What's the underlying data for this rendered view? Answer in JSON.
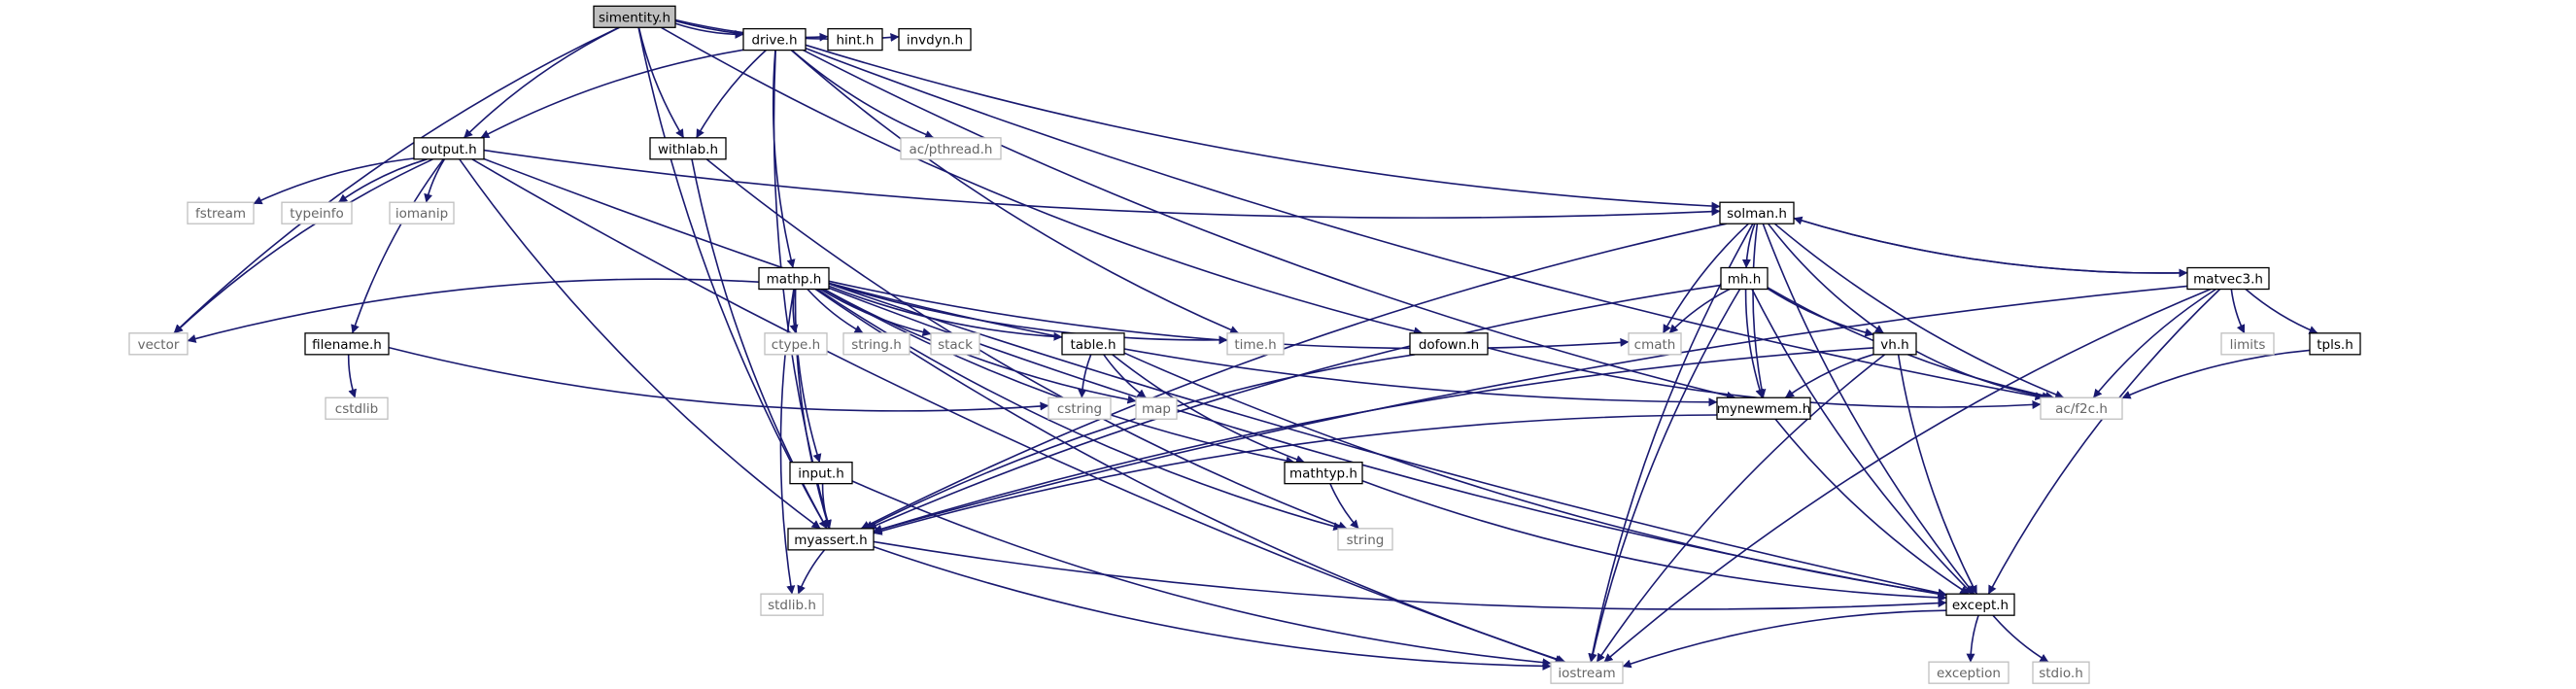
{
  "diagram": {
    "type": "include-dependency-graph",
    "style": {
      "edge_color": "#191970",
      "root_fill": "#bfbfbf",
      "local_stroke": "#000000",
      "system_stroke": "#bfbfbf",
      "local_text": "#000000",
      "system_text": "#666666"
    },
    "nodes": [
      {
        "id": "simentity_h",
        "label": "simentity.h",
        "kind": "root"
      },
      {
        "id": "drive_h",
        "label": "drive.h",
        "kind": "local"
      },
      {
        "id": "hint_h",
        "label": "hint.h",
        "kind": "local"
      },
      {
        "id": "invdyn_h",
        "label": "invdyn.h",
        "kind": "local"
      },
      {
        "id": "output_h",
        "label": "output.h",
        "kind": "local"
      },
      {
        "id": "withlab_h",
        "label": "withlab.h",
        "kind": "local"
      },
      {
        "id": "ac_pthread_h",
        "label": "ac/pthread.h",
        "kind": "system"
      },
      {
        "id": "fstream",
        "label": "fstream",
        "kind": "system"
      },
      {
        "id": "typeinfo",
        "label": "typeinfo",
        "kind": "system"
      },
      {
        "id": "iomanip",
        "label": "iomanip",
        "kind": "system"
      },
      {
        "id": "solman_h",
        "label": "solman.h",
        "kind": "local"
      },
      {
        "id": "mathp_h",
        "label": "mathp.h",
        "kind": "local"
      },
      {
        "id": "mh_h",
        "label": "mh.h",
        "kind": "local"
      },
      {
        "id": "matvec3_h",
        "label": "matvec3.h",
        "kind": "local"
      },
      {
        "id": "vector",
        "label": "vector",
        "kind": "system"
      },
      {
        "id": "filename_h",
        "label": "filename.h",
        "kind": "local"
      },
      {
        "id": "ctype_h",
        "label": "ctype.h",
        "kind": "system"
      },
      {
        "id": "string_h",
        "label": "string.h",
        "kind": "system"
      },
      {
        "id": "stack",
        "label": "stack",
        "kind": "system"
      },
      {
        "id": "table_h",
        "label": "table.h",
        "kind": "local"
      },
      {
        "id": "time_h",
        "label": "time.h",
        "kind": "system"
      },
      {
        "id": "dofown_h",
        "label": "dofown.h",
        "kind": "local"
      },
      {
        "id": "cmath",
        "label": "cmath",
        "kind": "system"
      },
      {
        "id": "vh_h",
        "label": "vh.h",
        "kind": "local"
      },
      {
        "id": "limits",
        "label": "limits",
        "kind": "system"
      },
      {
        "id": "tpls_h",
        "label": "tpls.h",
        "kind": "local"
      },
      {
        "id": "cstdlib",
        "label": "cstdlib",
        "kind": "system"
      },
      {
        "id": "cstring",
        "label": "cstring",
        "kind": "system"
      },
      {
        "id": "map",
        "label": "map",
        "kind": "system"
      },
      {
        "id": "mynewmem_h",
        "label": "mynewmem.h",
        "kind": "local"
      },
      {
        "id": "ac_f2c_h",
        "label": "ac/f2c.h",
        "kind": "system"
      },
      {
        "id": "input_h",
        "label": "input.h",
        "kind": "local"
      },
      {
        "id": "mathtyp_h",
        "label": "mathtyp.h",
        "kind": "local"
      },
      {
        "id": "myassert_h",
        "label": "myassert.h",
        "kind": "local"
      },
      {
        "id": "string",
        "label": "string",
        "kind": "system"
      },
      {
        "id": "stdlib_h",
        "label": "stdlib.h",
        "kind": "system"
      },
      {
        "id": "except_h",
        "label": "except.h",
        "kind": "local"
      },
      {
        "id": "iostream",
        "label": "iostream",
        "kind": "system"
      },
      {
        "id": "exception",
        "label": "exception",
        "kind": "system"
      },
      {
        "id": "stdio_h",
        "label": "stdio.h",
        "kind": "system"
      }
    ],
    "edges": [
      [
        "simentity_h",
        "drive_h"
      ],
      [
        "simentity_h",
        "hint_h"
      ],
      [
        "simentity_h",
        "invdyn_h"
      ],
      [
        "simentity_h",
        "output_h"
      ],
      [
        "simentity_h",
        "withlab_h"
      ],
      [
        "simentity_h",
        "vector"
      ],
      [
        "simentity_h",
        "myassert_h"
      ],
      [
        "simentity_h",
        "dofown_h"
      ],
      [
        "drive_h",
        "output_h"
      ],
      [
        "drive_h",
        "withlab_h"
      ],
      [
        "drive_h",
        "ac_pthread_h"
      ],
      [
        "drive_h",
        "solman_h"
      ],
      [
        "drive_h",
        "mathp_h"
      ],
      [
        "drive_h",
        "time_h"
      ],
      [
        "drive_h",
        "mynewmem_h"
      ],
      [
        "drive_h",
        "ac_f2c_h"
      ],
      [
        "drive_h",
        "myassert_h"
      ],
      [
        "output_h",
        "fstream"
      ],
      [
        "output_h",
        "typeinfo"
      ],
      [
        "output_h",
        "iomanip"
      ],
      [
        "output_h",
        "vector"
      ],
      [
        "output_h",
        "filename_h"
      ],
      [
        "output_h",
        "solman_h"
      ],
      [
        "output_h",
        "except_h"
      ],
      [
        "output_h",
        "myassert_h"
      ],
      [
        "output_h",
        "iostream"
      ],
      [
        "withlab_h",
        "string"
      ],
      [
        "withlab_h",
        "myassert_h"
      ],
      [
        "solman_h",
        "mh_h"
      ],
      [
        "solman_h",
        "matvec3_h"
      ],
      [
        "solman_h",
        "vh_h"
      ],
      [
        "solman_h",
        "cmath"
      ],
      [
        "solman_h",
        "mynewmem_h"
      ],
      [
        "solman_h",
        "ac_f2c_h"
      ],
      [
        "solman_h",
        "iostream"
      ],
      [
        "solman_h",
        "except_h"
      ],
      [
        "solman_h",
        "myassert_h"
      ],
      [
        "matvec3_h",
        "solman_h"
      ],
      [
        "matvec3_h",
        "limits"
      ],
      [
        "matvec3_h",
        "tpls_h"
      ],
      [
        "matvec3_h",
        "ac_f2c_h"
      ],
      [
        "matvec3_h",
        "except_h"
      ],
      [
        "matvec3_h",
        "iostream"
      ],
      [
        "matvec3_h",
        "myassert_h"
      ],
      [
        "mh_h",
        "cmath"
      ],
      [
        "mh_h",
        "vh_h"
      ],
      [
        "mh_h",
        "mynewmem_h"
      ],
      [
        "mh_h",
        "ac_f2c_h"
      ],
      [
        "mh_h",
        "except_h"
      ],
      [
        "mh_h",
        "iostream"
      ],
      [
        "mh_h",
        "myassert_h"
      ],
      [
        "mathp_h",
        "vector"
      ],
      [
        "mathp_h",
        "ctype_h"
      ],
      [
        "mathp_h",
        "string_h"
      ],
      [
        "mathp_h",
        "stack"
      ],
      [
        "mathp_h",
        "table_h"
      ],
      [
        "mathp_h",
        "time_h"
      ],
      [
        "mathp_h",
        "cmath"
      ],
      [
        "mathp_h",
        "input_h"
      ],
      [
        "mathp_h",
        "mathtyp_h"
      ],
      [
        "mathp_h",
        "myassert_h"
      ],
      [
        "mathp_h",
        "string"
      ],
      [
        "mathp_h",
        "except_h"
      ],
      [
        "mathp_h",
        "stdlib_h"
      ],
      [
        "mathp_h",
        "iostream"
      ],
      [
        "mathp_h",
        "map"
      ],
      [
        "mathp_h",
        "mynewmem_h"
      ],
      [
        "filename_h",
        "cstdlib"
      ],
      [
        "filename_h",
        "cstring"
      ],
      [
        "table_h",
        "cstring"
      ],
      [
        "table_h",
        "map"
      ],
      [
        "table_h",
        "mathtyp_h"
      ],
      [
        "table_h",
        "except_h"
      ],
      [
        "dofown_h",
        "ac_f2c_h"
      ],
      [
        "dofown_h",
        "myassert_h"
      ],
      [
        "vh_h",
        "ac_f2c_h"
      ],
      [
        "vh_h",
        "mynewmem_h"
      ],
      [
        "vh_h",
        "except_h"
      ],
      [
        "vh_h",
        "iostream"
      ],
      [
        "vh_h",
        "myassert_h"
      ],
      [
        "tpls_h",
        "ac_f2c_h"
      ],
      [
        "mynewmem_h",
        "except_h"
      ],
      [
        "mynewmem_h",
        "myassert_h"
      ],
      [
        "input_h",
        "myassert_h"
      ],
      [
        "input_h",
        "iostream"
      ],
      [
        "mathtyp_h",
        "string"
      ],
      [
        "mathtyp_h",
        "except_h"
      ],
      [
        "myassert_h",
        "stdlib_h"
      ],
      [
        "myassert_h",
        "except_h"
      ],
      [
        "myassert_h",
        "iostream"
      ],
      [
        "except_h",
        "iostream"
      ],
      [
        "except_h",
        "exception"
      ],
      [
        "except_h",
        "stdio_h"
      ]
    ]
  }
}
